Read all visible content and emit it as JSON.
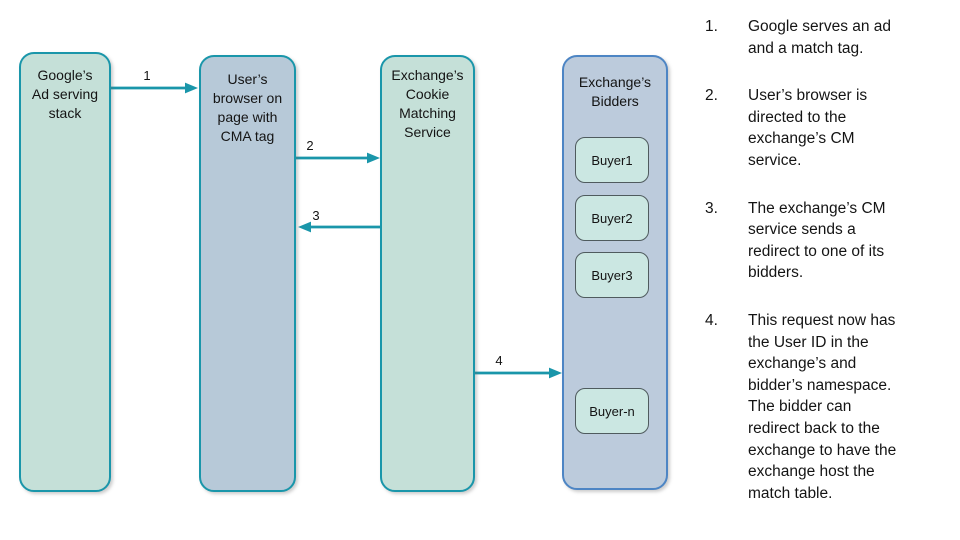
{
  "diagram": {
    "nodes": [
      {
        "id": "googles-ad-serving-stack",
        "title": "Google’s\nAd serving\nstack"
      },
      {
        "id": "users-browser",
        "title": "User’s\nbrowser on\npage with\nCMA tag"
      },
      {
        "id": "exchange-cookie-matching-service",
        "title": "Exchange’s\nCookie\nMatching\nService"
      },
      {
        "id": "exchange-bidders",
        "title": "Exchange’s\nBidders"
      }
    ],
    "buyers": [
      {
        "label": "Buyer1"
      },
      {
        "label": "Buyer2"
      },
      {
        "label": "Buyer3"
      },
      {
        "label": "Buyer-n"
      }
    ],
    "arrows": [
      {
        "label": "1",
        "from": "googles-ad-serving-stack",
        "to": "users-browser"
      },
      {
        "label": "2",
        "from": "users-browser",
        "to": "exchange-cookie-matching-service"
      },
      {
        "label": "3",
        "from": "exchange-cookie-matching-service",
        "to": "users-browser"
      },
      {
        "label": "4",
        "from": "exchange-cookie-matching-service",
        "to": "exchange-bidders"
      }
    ],
    "colors": {
      "teal_border": "#1a96aa",
      "green_fill": "#c5e0d8",
      "blue_fill": "#b7c9d8",
      "bidders_fill": "#bccbdc",
      "bidders_border": "#4d85c4",
      "buyer_fill": "#cbe7e2",
      "buyer_border": "#4f5b5e",
      "arrow": "#1a96aa",
      "text": "#141414"
    }
  },
  "steps": {
    "items": [
      {
        "number": "1.",
        "text": "Google serves an ad\nand a match tag."
      },
      {
        "number": "2.",
        "text": "User’s browser is\ndirected to the\nexchange’s CM\nservice."
      },
      {
        "number": "3.",
        "text": "The exchange’s CM\nservice sends a\nredirect to one of its\nbidders."
      },
      {
        "number": "4.",
        "text": "This request now has\nthe User ID in the\nexchange’s and\nbidder’s namespace.\nThe bidder can\nredirect back to the\nexchange to have the\nexchange host the\nmatch table."
      }
    ]
  }
}
